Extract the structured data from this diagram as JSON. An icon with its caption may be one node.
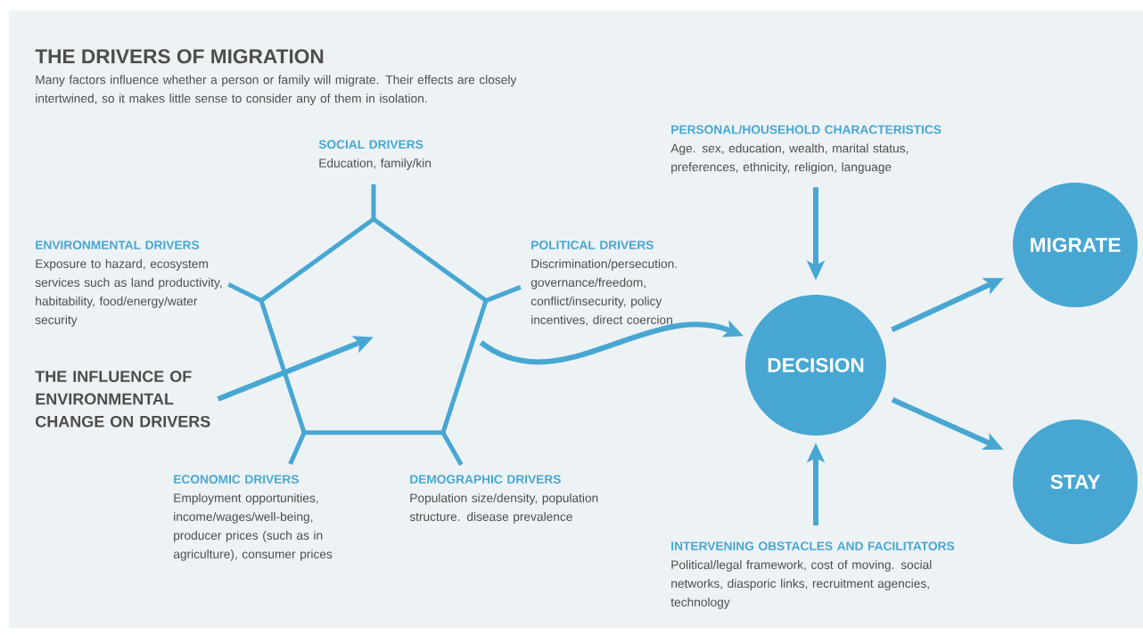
{
  "diagram": {
    "title": "THE DRIVERS OF MIGRATION",
    "nodes": [
      {
        "text": [],
        "shape": "pentagon"
      },
      {
        "text": [
          "SOCIAL DRIVERS",
          "Education, family/kin"
        ]
      },
      {
        "text": [
          "ENVIRONMENTAL DRIVERS",
          "Exposure to hazard, ecosystem services such as land productivity, habitability, food/energy/water security"
        ]
      },
      {
        "text": [
          "POLITICAL DRIVERS",
          "Discrimination/persecution. governance/freedom, conflict/insecurity, policy incentives, direct coercion"
        ]
      },
      {
        "text": [
          "ECONOMIC DRIVERS",
          "Employment opportunities, income/wages/well-being, producer prices (such as in agriculture), consumer prices"
        ]
      },
      {
        "text": [
          "DEMOGRAPHIC DRIVERS",
          "Population size/density, population structure. disease prevalence"
        ]
      },
      {
        "text": [
          "THE INFLUENCE OF ENVIRONMENTAL CHANGE ON DRIVERS"
        ]
      },
      {
        "text": [
          "PERSONAL/HOUSEHOLD CHARACTERISTICS",
          "Age. sex, education, wealth, marital status, preferences, ethnicity, religion, language"
        ]
      },
      {
        "text": [
          "DECISION"
        ]
      },
      {
        "text": [
          "MIGRATE"
        ]
      },
      {
        "text": [
          "STAY"
        ]
      },
      {
        "text": [
          "INTERVENING OBSTACLES AND FACILITATORS",
          "Political/legal framework, cost of moving. social networks, diasporic links, recruitment agencies, technology"
        ]
      }
    ],
    "edges": [
      {
        "from": 0,
        "to": 1,
        "arrow": "none"
      },
      {
        "from": 0,
        "to": 2,
        "arrow": "none"
      },
      {
        "from": 0,
        "to": 3,
        "arrow": "none"
      },
      {
        "from": 0,
        "to": 4,
        "arrow": "none"
      },
      {
        "from": 0,
        "to": 5,
        "arrow": "none"
      },
      {
        "from": 6,
        "to": 0,
        "arrow": "to"
      },
      {
        "from": 0,
        "to": 8,
        "arrow": "to"
      },
      {
        "from": 7,
        "to": 8,
        "arrow": "to"
      },
      {
        "from": 11,
        "to": 8,
        "arrow": "to"
      },
      {
        "from": 8,
        "to": 9,
        "arrow": "to"
      },
      {
        "from": 8,
        "to": 10,
        "arrow": "to"
      }
    ],
    "labels": [
      "Many factors influence whether a person or family will migrate. Their effects are closely intertwined, so it makes little sense to consider any of them in isolation."
    ]
  }
}
